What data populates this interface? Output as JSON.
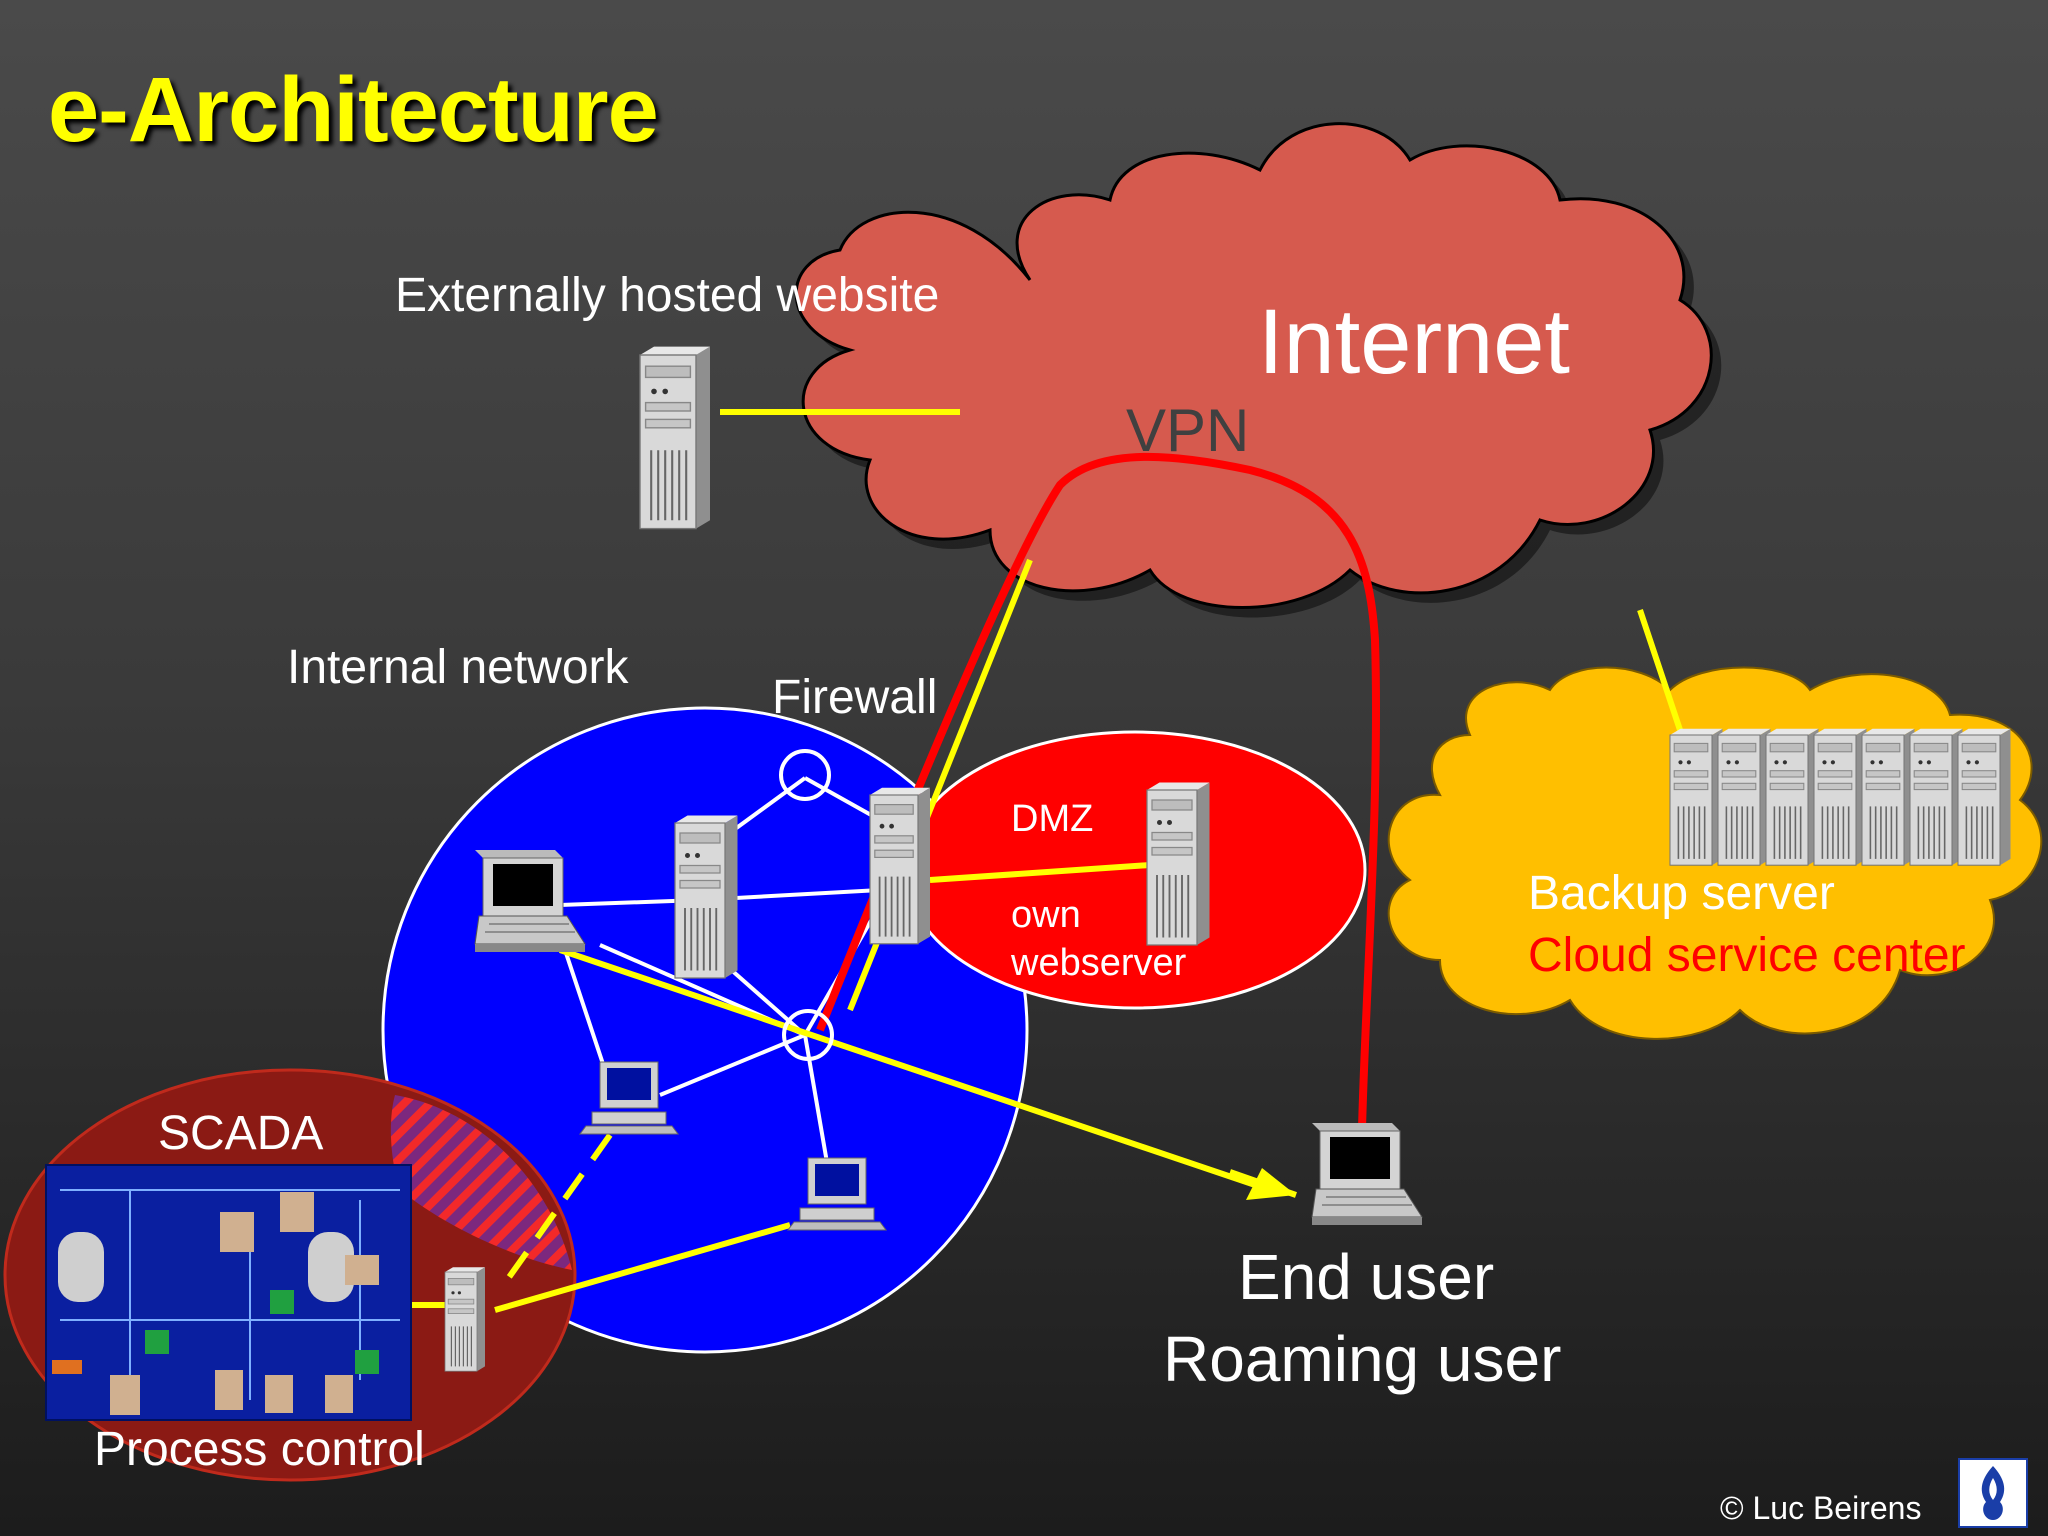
{
  "slide": {
    "title": "e-Architecture",
    "copyright": "© Luc Beirens"
  },
  "labels": {
    "internet": "Internet",
    "vpn": "VPN",
    "external_site": "Externally hosted website",
    "internal_network": "Internal network",
    "firewall": "Firewall",
    "dmz": "DMZ",
    "own_webserver_line1": "own",
    "own_webserver_line2": "webserver",
    "backup_server": "Backup server",
    "cloud_service": "Cloud service center",
    "scada": "SCADA",
    "process_control": "Process control",
    "end_user": "End user",
    "roaming_user": "Roaming user"
  },
  "colors": {
    "title": "#ffff00",
    "internet_cloud": "#d65a4e",
    "backup_cloud": "#ffbf00",
    "internal_network": "#0000ff",
    "dmz": "#ff0000",
    "scada_zone": "#8b1a14",
    "connection": "#ffff00",
    "vpn_tunnel": "#ff0000",
    "cloud_service_text": "#ff0000"
  },
  "icons": [
    "server-tower-icon",
    "laptop-icon",
    "desktop-computer-icon",
    "network-node-icon",
    "scada-panel-icon",
    "police-logo-icon"
  ]
}
